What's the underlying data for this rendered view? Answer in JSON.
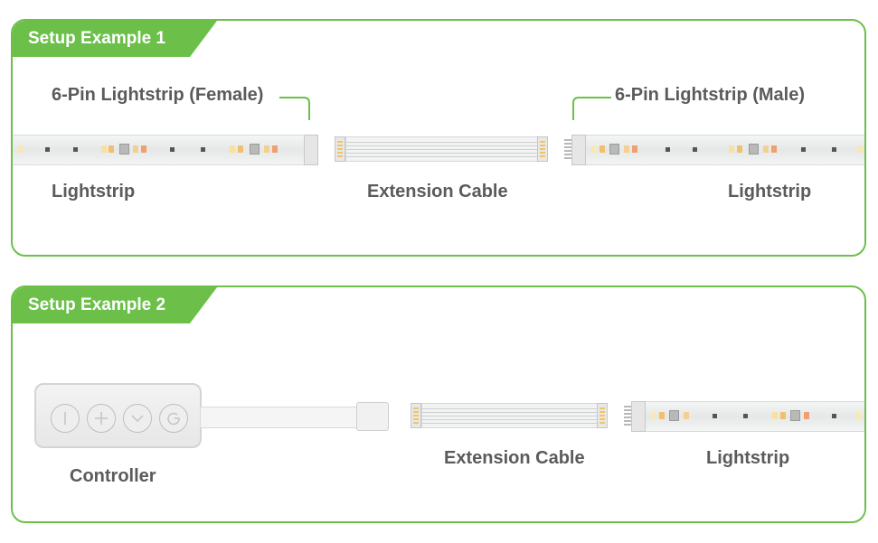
{
  "colors": {
    "accent": "#6cc04a",
    "text": "#5b5b5b"
  },
  "example1": {
    "title": "Setup Example 1",
    "female_label": "6-Pin Lightstrip (Female)",
    "male_label": "6-Pin Lightstrip (Male)",
    "left_strip_label": "Lightstrip",
    "cable_label": "Extension Cable",
    "right_strip_label": "Lightstrip"
  },
  "example2": {
    "title": "Setup Example 2",
    "controller_label": "Controller",
    "cable_label": "Extension Cable",
    "strip_label": "Lightstrip",
    "controller_buttons": [
      "power-icon",
      "plus-icon",
      "minus-down-icon",
      "mode-icon"
    ]
  }
}
